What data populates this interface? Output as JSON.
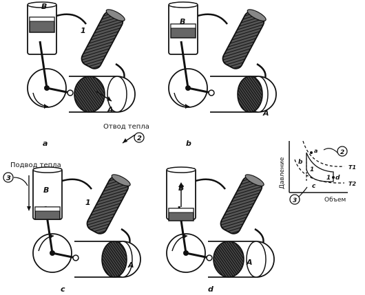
{
  "panels": {
    "a": {
      "letter": "a",
      "chamber_b": "B",
      "chamber_a": "A",
      "regenerator": "1",
      "caption": "Отвод тепла",
      "step": "2"
    },
    "b": {
      "letter": "b",
      "chamber_b": "B",
      "chamber_a": "A"
    },
    "c": {
      "letter": "c",
      "chamber_b": "B",
      "chamber_a": "A",
      "regenerator": "1",
      "caption": "Подвод тепла",
      "step": "3"
    },
    "d": {
      "letter": "d",
      "chamber_b": "B",
      "chamber_a": "A"
    }
  },
  "pv_diagram": {
    "ylabel": "Давление",
    "xlabel": "Объем",
    "isotherm_hot": "T1",
    "isotherm_cold": "T2",
    "point_a": "a",
    "point_b": "b",
    "point_c": "c",
    "point_d": "d",
    "mark_left": "1",
    "mark_right": "1",
    "step_top": "2",
    "step_bottom": "3"
  },
  "colors": {
    "ink": "#111111",
    "hatch": "#333333",
    "paper": "#ffffff"
  }
}
